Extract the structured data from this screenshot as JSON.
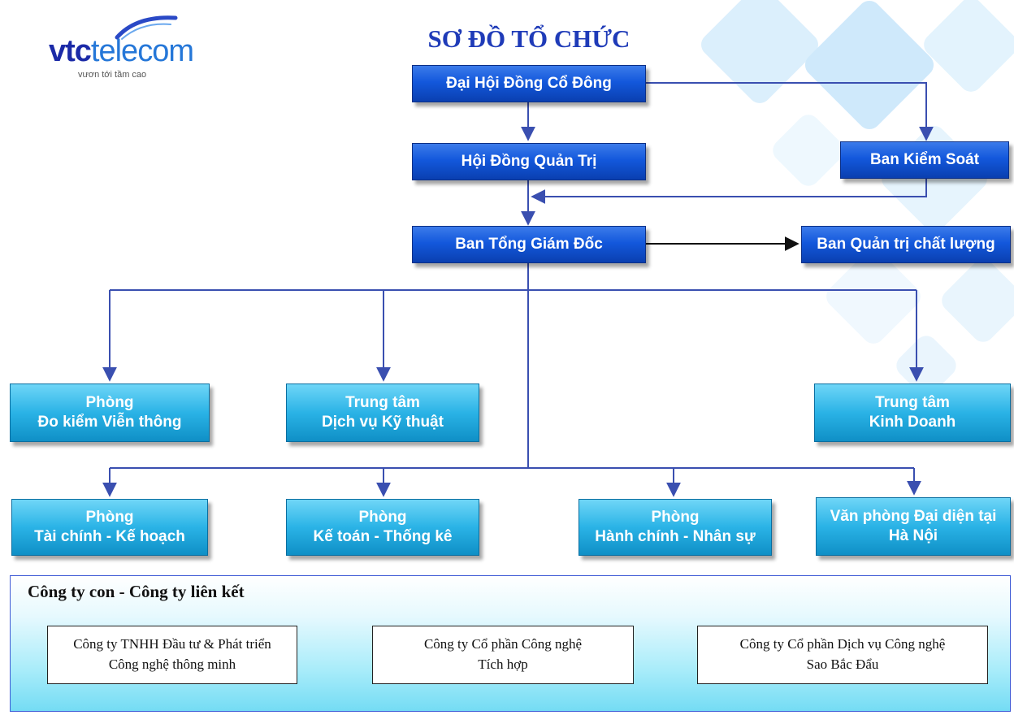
{
  "logo": {
    "brand_bold": "vtc",
    "brand_light": "telecom",
    "tagline": "vươn tới tầm cao"
  },
  "title": "SƠ ĐỒ TỔ CHỨC",
  "nodes": {
    "dai_hoi": "Đại Hội Đồng Cổ Đông",
    "hoi_dong": "Hội Đồng Quản Trị",
    "ban_kiem_soat": "Ban Kiểm Soát",
    "ban_tgd": "Ban Tổng Giám Đốc",
    "ban_qtcl": "Ban Quản trị chất lượng",
    "phong_do_kiem": [
      "Phòng",
      "Đo kiểm Viễn thông"
    ],
    "tt_dich_vu": [
      "Trung tâm",
      "Dịch vụ Kỹ thuật"
    ],
    "tt_kinh_doanh": [
      "Trung tâm",
      "Kinh Doanh"
    ],
    "phong_tckh": [
      "Phòng",
      "Tài chính - Kế hoạch"
    ],
    "phong_ktk": [
      "Phòng",
      "Kế toán - Thống kê"
    ],
    "phong_hcns": [
      "Phòng",
      "Hành chính - Nhân sự"
    ],
    "vp_ha_noi": [
      "Văn phòng Đại diện tại",
      "Hà Nội"
    ]
  },
  "subsidiaries": {
    "title": "Công ty con - Công ty liên kết",
    "items": [
      [
        "Công ty TNHH Đầu tư & Phát triển",
        "Công nghệ thông minh"
      ],
      [
        "Công ty Cổ phần Công nghệ",
        "Tích hợp"
      ],
      [
        "Công ty Cổ phần Dịch vụ Công nghệ",
        "Sao Bắc Đẩu"
      ]
    ]
  },
  "colors": {
    "dark_box": "#1358dc",
    "light_box": "#2ab3e6",
    "title": "#1f3bb8",
    "connector": "#3a4fb0"
  }
}
